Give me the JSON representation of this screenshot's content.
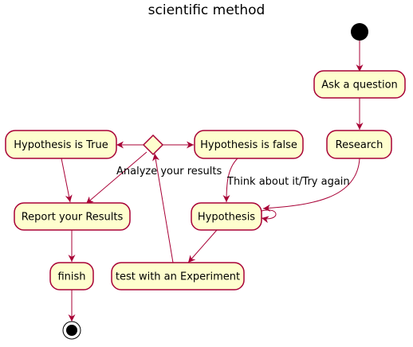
{
  "title": "scientific method",
  "colors": {
    "node_fill": "#FEFECE",
    "node_stroke": "#A80036",
    "edge": "#A80036",
    "start": "#000000"
  },
  "nodes": {
    "ask": "Ask a question",
    "research": "Research",
    "hypothesis": "Hypothesis",
    "experiment": "test with an Experiment",
    "true": "Hypothesis is True",
    "false": "Hypothesis is false",
    "report": "Report your Results",
    "finish": "finish"
  },
  "edge_labels": {
    "analyze": "Analyze your results",
    "think": "Think about it/Try again"
  },
  "icons": {
    "start": "start-node-icon",
    "end": "end-node-icon",
    "decision": "decision-diamond-icon"
  }
}
